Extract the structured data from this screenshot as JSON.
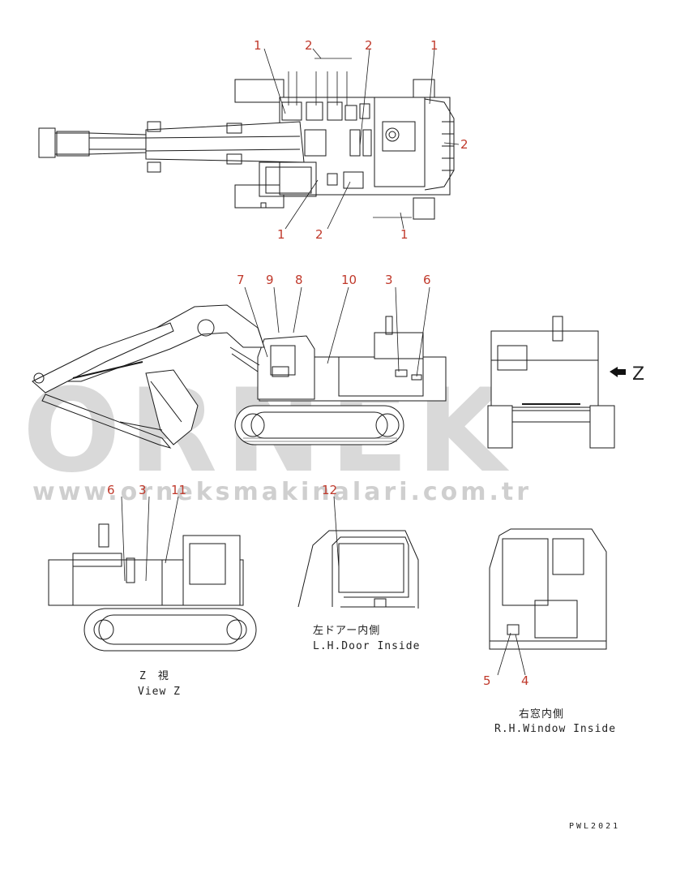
{
  "watermark": {
    "brand": "ORNEK",
    "url": "www.orneksmakinalari.com.tr"
  },
  "top_view_callouts": [
    {
      "id": "tv-1a",
      "text": "1"
    },
    {
      "id": "tv-2a",
      "text": "2"
    },
    {
      "id": "tv-2b",
      "text": "2"
    },
    {
      "id": "tv-1b",
      "text": "1"
    },
    {
      "id": "tv-2c",
      "text": "2"
    },
    {
      "id": "tv-1c",
      "text": "1"
    },
    {
      "id": "tv-2d",
      "text": "2"
    },
    {
      "id": "tv-1d",
      "text": "1"
    }
  ],
  "side_view_callouts": [
    {
      "id": "sv-7",
      "text": "7"
    },
    {
      "id": "sv-9",
      "text": "9"
    },
    {
      "id": "sv-8",
      "text": "8"
    },
    {
      "id": "sv-10",
      "text": "10"
    },
    {
      "id": "sv-3",
      "text": "3"
    },
    {
      "id": "sv-6",
      "text": "6"
    }
  ],
  "rear_view": {
    "arrow_label": "Z"
  },
  "view_z_callouts": [
    {
      "id": "vz-6",
      "text": "6"
    },
    {
      "id": "vz-3",
      "text": "3"
    },
    {
      "id": "vz-11",
      "text": "11"
    }
  ],
  "door_callouts": [
    {
      "id": "dr-12",
      "text": "12"
    }
  ],
  "window_callouts": [
    {
      "id": "wn-5",
      "text": "5"
    },
    {
      "id": "wn-4",
      "text": "4"
    }
  ],
  "captions": {
    "view_z_jp": "Z　視",
    "view_z_en": "View Z",
    "door_jp": "左ドアー内側",
    "door_en": "L.H.Door Inside",
    "window_jp": "右窓内側",
    "window_en": "R.H.Window Inside"
  },
  "drawing_code": "PWL2021"
}
